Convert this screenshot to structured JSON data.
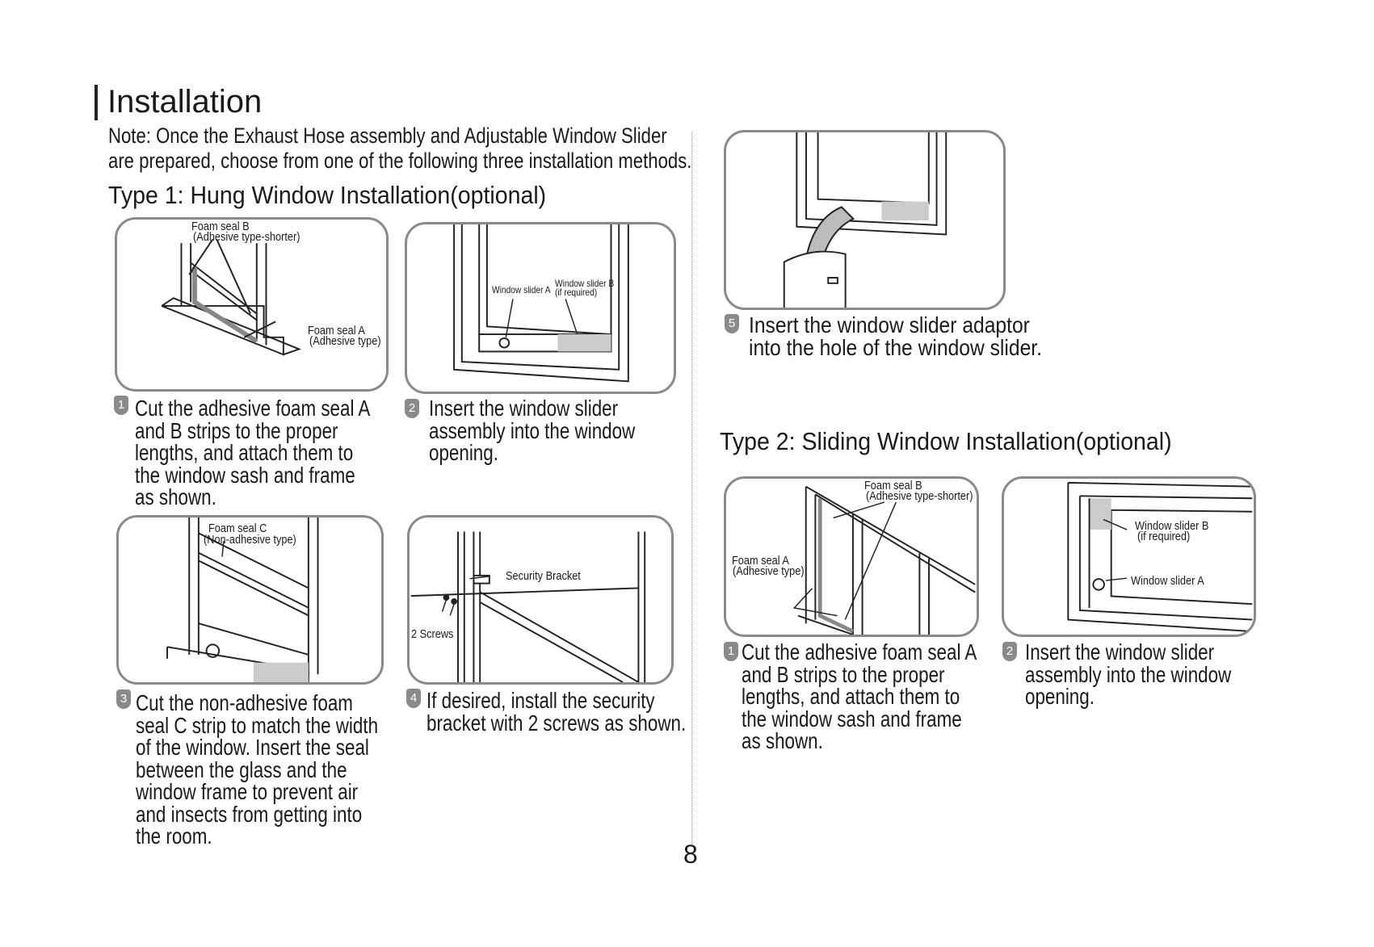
{
  "title": "Installation",
  "note": [
    "Note: Once the Exhaust Hose assembly and Adjustable Window Slider",
    "are prepared, choose from one of the following three installation methods."
  ],
  "type1": {
    "heading": "Type 1: Hung Window Installation(optional)",
    "steps": [
      {
        "num": "1",
        "labels": [
          "Foam seal B",
          "(Adhesive type-shorter)",
          "Foam seal A",
          "(Adhesive type)"
        ],
        "caption": [
          "Cut the adhesive foam seal A",
          "and B strips to the proper",
          "lengths, and attach them to",
          "the window sash and frame",
          "as shown."
        ]
      },
      {
        "num": "2",
        "labels": [
          "Window slider A",
          "Window slider B",
          "(if required)"
        ],
        "caption": [
          "Insert the window slider",
          "assembly into the window",
          "opening."
        ]
      },
      {
        "num": "3",
        "labels": [
          "Foam seal C",
          "(Non-adhesive type)"
        ],
        "caption": [
          "Cut the non-adhesive foam",
          "seal C strip to match the width",
          "of the window. Insert the seal",
          "between the glass and the",
          "window frame to prevent air",
          "and insects from getting into",
          "the room."
        ]
      },
      {
        "num": "4",
        "labels": [
          "Security Bracket",
          "2 Screws"
        ],
        "caption": [
          "If desired, install the security",
          "bracket with 2 screws as shown."
        ]
      },
      {
        "num": "5",
        "caption": [
          "Insert the window slider adaptor",
          "into the hole of the window slider."
        ]
      }
    ]
  },
  "type2": {
    "heading": "Type 2: Sliding Window Installation(optional)",
    "steps": [
      {
        "num": "1",
        "labels": [
          "Foam seal B",
          "(Adhesive type-shorter)",
          "Foam seal A",
          "(Adhesive type)"
        ],
        "caption": [
          "Cut the adhesive foam seal A",
          "and B strips to the proper",
          "lengths, and attach them to",
          "the window sash and frame",
          "as shown."
        ]
      },
      {
        "num": "2",
        "labels": [
          "Window slider B",
          "(if required)",
          "Window slider A"
        ],
        "caption": [
          "Insert the window slider",
          "assembly into the window",
          "opening."
        ]
      }
    ]
  },
  "page_number": "8"
}
